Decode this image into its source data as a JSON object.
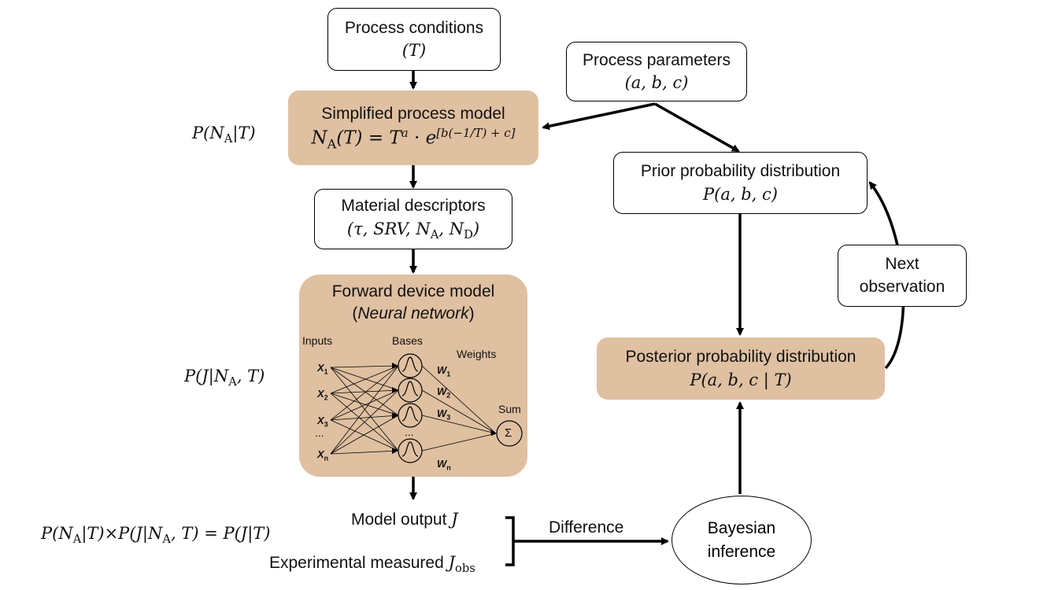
{
  "nodes": {
    "process_conditions": {
      "title": "Process conditions",
      "sub": "(T)"
    },
    "process_parameters": {
      "title": "Process parameters",
      "sub": "(a, b, c)"
    },
    "simplified_model": {
      "title": "Simplified process model",
      "formula_lhs": "N",
      "formula_lhs_sub": "A",
      "formula_rest": "(T) = T",
      "formula_exp_a": "a",
      "formula_dot": " · e",
      "formula_exp": "[b(−1/T) + c]"
    },
    "material_descriptors": {
      "title": "Material descriptors",
      "sub": "(τ, SRV, N",
      "sub_a": "A",
      "sub_mid": ", N",
      "sub_d": "D",
      "sub_end": ")"
    },
    "forward_device": {
      "title": "Forward device model",
      "sub_open": "(",
      "sub_italic": "Neural network",
      "sub_close": ")"
    },
    "prior": {
      "title": "Prior probability distribution",
      "sub": "P(a, b, c)"
    },
    "posterior": {
      "title": "Posterior probability distribution",
      "sub": "P(a, b, c | T)"
    },
    "next_observation": {
      "line1": "Next",
      "line2": "observation"
    },
    "bayesian": {
      "line1": "Bayesian",
      "line2": "inference"
    }
  },
  "neural_net": {
    "inputs_label": "Inputs",
    "bases_label": "Bases",
    "weights_label": "Weights",
    "sum_label": "Sum",
    "sum_symbol": "Σ",
    "ellipsis": "...",
    "inputs": [
      "X1",
      "X2",
      "X3",
      "Xn"
    ],
    "weights": [
      "W1",
      "W2",
      "W3",
      "Wn"
    ]
  },
  "side_labels": {
    "p_na_t": "P(N",
    "p_na_t_sub": "A",
    "p_na_t_end": "|T)",
    "p_j": "P(J|N",
    "p_j_sub": "A",
    "p_j_end": ", T)",
    "chain": "P(N",
    "chain_sub": "A",
    "chain_mid": "|T)×P(J|N",
    "chain_sub2": "A",
    "chain_end": ", T) = P(J|T)"
  },
  "outputs": {
    "model_output": "Model output ",
    "model_output_var": "J",
    "experimental": "Experimental measured ",
    "experimental_var": "J",
    "experimental_sub": "obs",
    "difference": "Difference"
  }
}
